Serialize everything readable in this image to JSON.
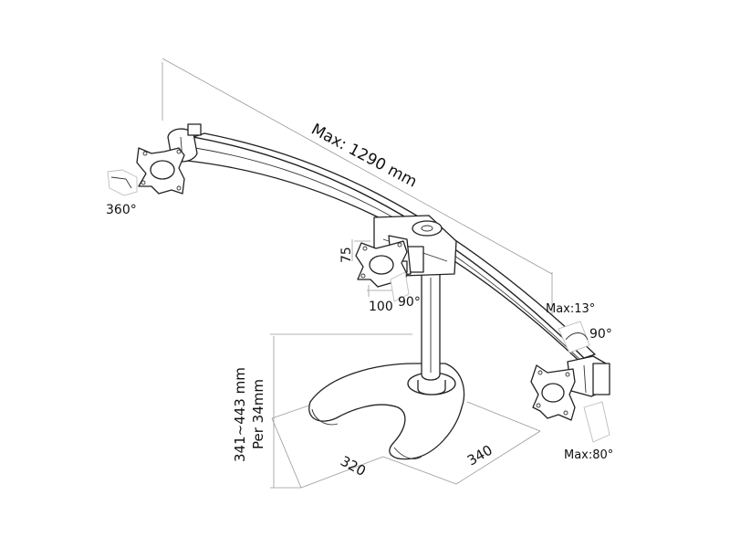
{
  "labels": {
    "max_width": "Max: 1290 mm",
    "rotation_360": "360°",
    "vesa_75": "75",
    "vesa_100": "100",
    "rotate_90_center": "90°",
    "tilt_max_up": "Max:13°",
    "rotate_90_right": "90°",
    "tilt_max_down": "Max:80°",
    "height_range": "341~443 mm",
    "height_step": "Per 34mm",
    "base_depth": "320",
    "base_width": "340"
  }
}
